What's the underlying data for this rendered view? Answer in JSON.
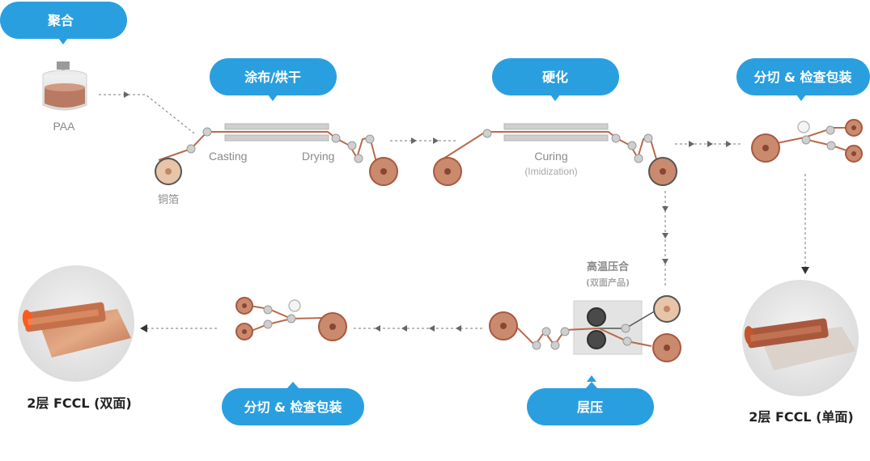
{
  "steps": {
    "polymerize": "聚合",
    "coating": "涂布/烘干",
    "curing": "硬化",
    "slitting_top": "分切 & 检查包装",
    "lamination": "层压",
    "slitting_bottom": "分切 & 检查包装"
  },
  "labels": {
    "paa": "PAA",
    "copper_foil": "铜箔",
    "casting": "Casting",
    "drying": "Drying",
    "curing_en": "Curing",
    "imidization": "(Imidization)",
    "hot_press": "高温压合",
    "double_product": "(双面产品)"
  },
  "results": {
    "double": "2层 FCCL (双面)",
    "single": "2层 FCCL (单面)"
  },
  "colors": {
    "accent": "#2a9fe0",
    "web": "#b86a4c",
    "roll": "#c98a6e",
    "roll_dark": "#a9583e",
    "copper_light": "#e8c4a8"
  }
}
